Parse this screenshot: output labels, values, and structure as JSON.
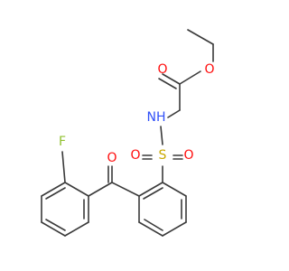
{
  "molecule": {
    "atoms": {
      "fluorine": "F",
      "ketone_oxygen": "O",
      "sulfur": "S",
      "sulfonyl_oxygen_left": "O",
      "sulfonyl_oxygen_right": "O",
      "amine": "NH",
      "ester_carbonyl_oxygen": "O",
      "ester_oxygen": "O"
    },
    "colors": {
      "bond": "#3a3a3a",
      "oxygen": "#ff0d0d",
      "nitrogen": "#3050f8",
      "sulfur": "#c9a900",
      "fluorine": "#90c030"
    }
  }
}
